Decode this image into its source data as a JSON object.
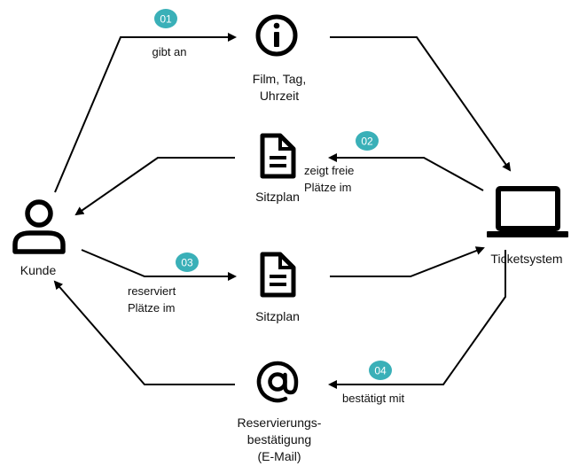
{
  "colors": {
    "badge": "#3ab0b8",
    "stroke": "#000000",
    "background": "#ffffff"
  },
  "nodes": {
    "kunde": {
      "label": "Kunde",
      "icon": "user-icon"
    },
    "info": {
      "lines": [
        "Film, Tag,",
        "Uhrzeit"
      ],
      "icon": "info-icon"
    },
    "sitzplan1": {
      "label": "Sitzplan",
      "icon": "document-icon"
    },
    "sitzplan2": {
      "label": "Sitzplan",
      "icon": "document-icon"
    },
    "ticketsystem": {
      "label": "Ticketsystem",
      "icon": "laptop-icon"
    },
    "email": {
      "lines": [
        "Reservierungs-",
        "bestätigung",
        "(E-Mail)"
      ],
      "icon": "at-icon"
    }
  },
  "steps": [
    {
      "number": "01",
      "lines": [
        "gibt an"
      ]
    },
    {
      "number": "02",
      "lines": [
        "zeigt freie",
        "Plätze im"
      ]
    },
    {
      "number": "03",
      "lines": [
        "reserviert",
        "Plätze im"
      ]
    },
    {
      "number": "04",
      "lines": [
        "bestätigt mit"
      ]
    }
  ]
}
